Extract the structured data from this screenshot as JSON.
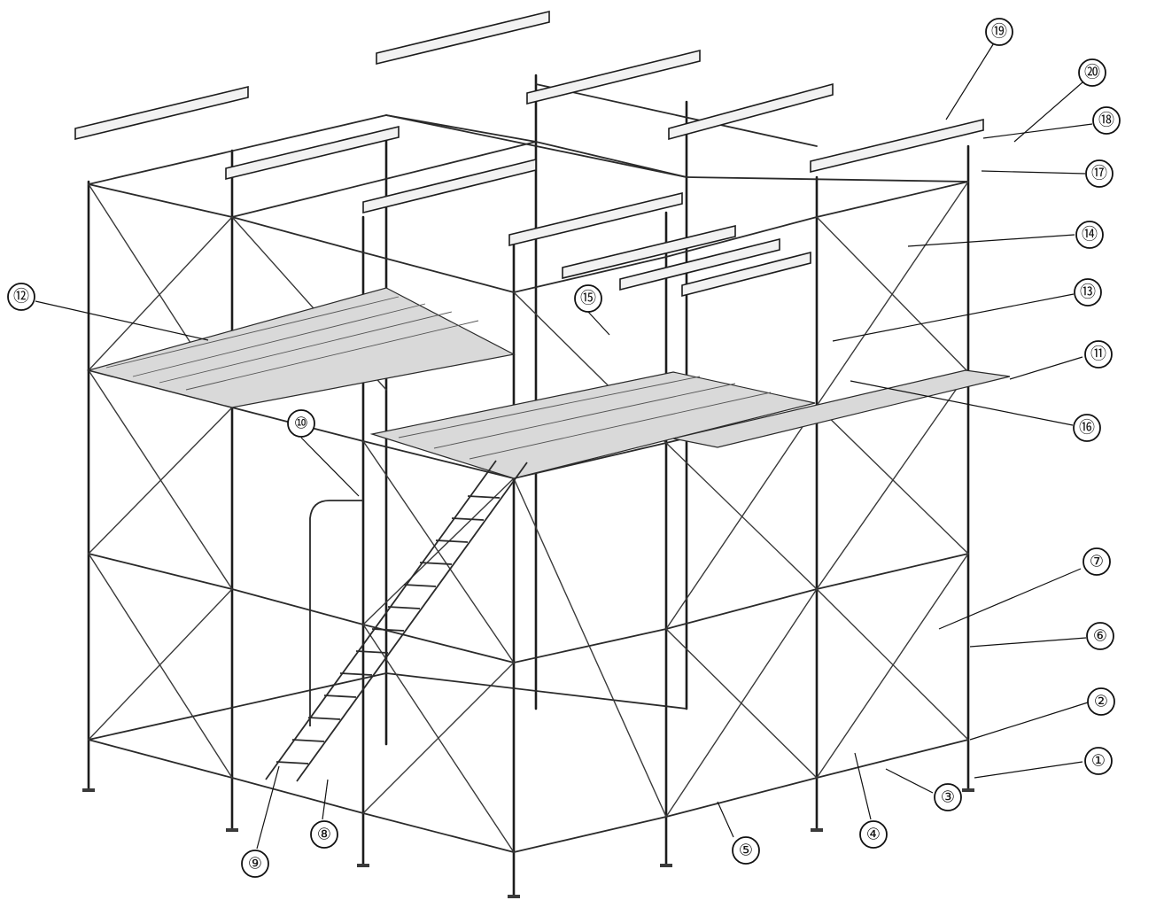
{
  "callouts": [
    {
      "id": "1",
      "label": "①"
    },
    {
      "id": "2",
      "label": "②"
    },
    {
      "id": "3",
      "label": "③"
    },
    {
      "id": "4",
      "label": "④"
    },
    {
      "id": "5",
      "label": "⑤"
    },
    {
      "id": "6",
      "label": "⑥"
    },
    {
      "id": "7",
      "label": "⑦"
    },
    {
      "id": "8",
      "label": "⑧"
    },
    {
      "id": "9",
      "label": "⑨"
    },
    {
      "id": "10",
      "label": "⑩"
    },
    {
      "id": "11",
      "label": "⑪"
    },
    {
      "id": "12",
      "label": "⑫"
    },
    {
      "id": "13",
      "label": "⑬"
    },
    {
      "id": "14",
      "label": "⑭"
    },
    {
      "id": "15",
      "label": "⑮"
    },
    {
      "id": "16",
      "label": "⑯"
    },
    {
      "id": "17",
      "label": "⑰"
    },
    {
      "id": "18",
      "label": "⑱"
    },
    {
      "id": "19",
      "label": "⑲"
    },
    {
      "id": "20",
      "label": "⑳"
    }
  ],
  "colors": {
    "line": "#2a2a2a",
    "background": "#ffffff",
    "plank": "#d9d9d9"
  }
}
